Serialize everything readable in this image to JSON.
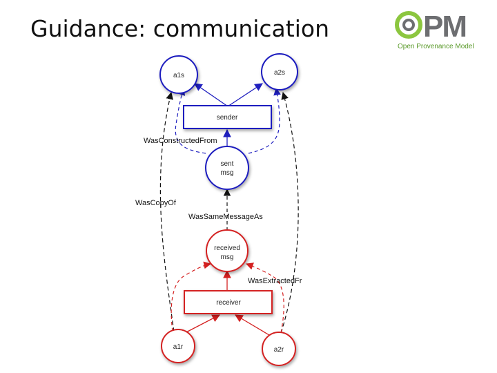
{
  "slide": {
    "title": "Guidance: communication"
  },
  "logo": {
    "letters": "PM",
    "caption": "Open Provenance Model",
    "colors": {
      "green": "#8cc63f",
      "grey": "#6d6e71",
      "caption": "#5a9a2a"
    }
  },
  "diagram": {
    "colors": {
      "sender_side": "#1f1fbf",
      "receiver_side": "#d42020",
      "neutral": "#111111"
    },
    "nodes": {
      "a1s": "a1s",
      "a2s": "a2s",
      "sender": "sender",
      "sent_msg": [
        "sent",
        "msg"
      ],
      "received_msg": [
        "received",
        "msg"
      ],
      "receiver": "receiver",
      "a1r": "a1r",
      "a2r": "a2r"
    },
    "edge_labels": {
      "was_constructed_from": "WasConstructedFrom",
      "was_copy_of": "WasCopyOf",
      "was_same_message_as": "WasSameMessageAs",
      "was_extracted_from": "WasExtractedFr"
    }
  }
}
